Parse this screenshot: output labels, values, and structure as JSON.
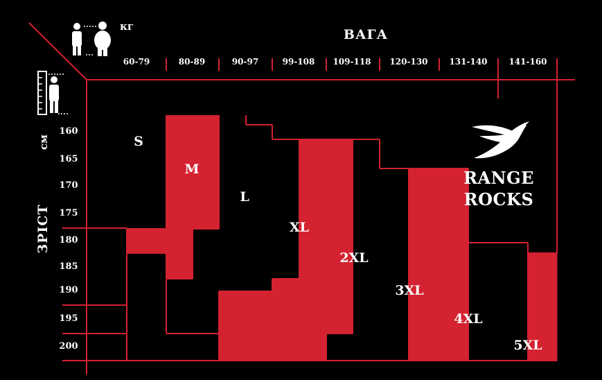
{
  "chart_data": {
    "type": "table",
    "axes": {
      "weight_title": "ВАГА",
      "weight_unit": "кг",
      "height_title": "ЗРІСТ",
      "height_unit": "см"
    },
    "weight_ranges": [
      "60-79",
      "80-89",
      "90-97",
      "99-108",
      "109-118",
      "120-130",
      "131-140",
      "141-160"
    ],
    "height_values": [
      "160",
      "165",
      "170",
      "175",
      "180",
      "185",
      "190",
      "195",
      "200"
    ],
    "sizes": [
      {
        "name": "S",
        "color": "#000000"
      },
      {
        "name": "M",
        "color": "#d42231"
      },
      {
        "name": "L",
        "color": "#000000"
      },
      {
        "name": "XL",
        "color": "#d42231"
      },
      {
        "name": "2XL",
        "color": "#000000"
      },
      {
        "name": "3XL",
        "color": "#d42231"
      },
      {
        "name": "4XL",
        "color": "#000000"
      },
      {
        "name": "5XL",
        "color": "#d42231"
      }
    ],
    "grid": true
  },
  "brand": {
    "line1": "RANGE",
    "line2": "ROCKS",
    "icon": "swallow-logo-icon"
  },
  "icons": {
    "weight": "person-weight-icon",
    "height": "height-ruler-icon"
  },
  "colors": {
    "red": "#d42231",
    "line": "#d42231",
    "background": "#000000",
    "text": "#ffffff"
  }
}
